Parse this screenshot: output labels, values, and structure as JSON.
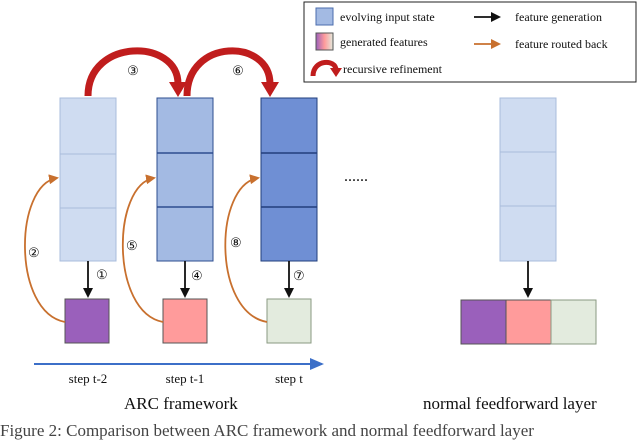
{
  "legend": {
    "evolving": "evolving input state",
    "generated": "generated  features",
    "feature_generation": "feature generation",
    "routed_back": "feature routed back",
    "refinement": "recursive refinement"
  },
  "labels": {
    "n1": "①",
    "n2": "②",
    "n3": "③",
    "n4": "④",
    "n5": "⑤",
    "n6": "⑥",
    "n7": "⑦",
    "n8": "⑧",
    "ellipsis": "......"
  },
  "steps": [
    "step t-2",
    "step t-1",
    "step t"
  ],
  "captions": {
    "arc": "ARC framework",
    "normal": "normal feedforward layer",
    "figure": "Figure 2: Comparison between ARC framework and normal feedforward layer"
  },
  "colors": {
    "state_light": "#cfdcf1",
    "state_mid": "#a3bae3",
    "state_dark": "#6f8fd4",
    "purple": "#9a60bb",
    "pink": "#ff9b9b",
    "green": "#e3ebde",
    "orange": "#c8702e",
    "red": "#c01d1d",
    "axis": "#3c6fc8"
  }
}
